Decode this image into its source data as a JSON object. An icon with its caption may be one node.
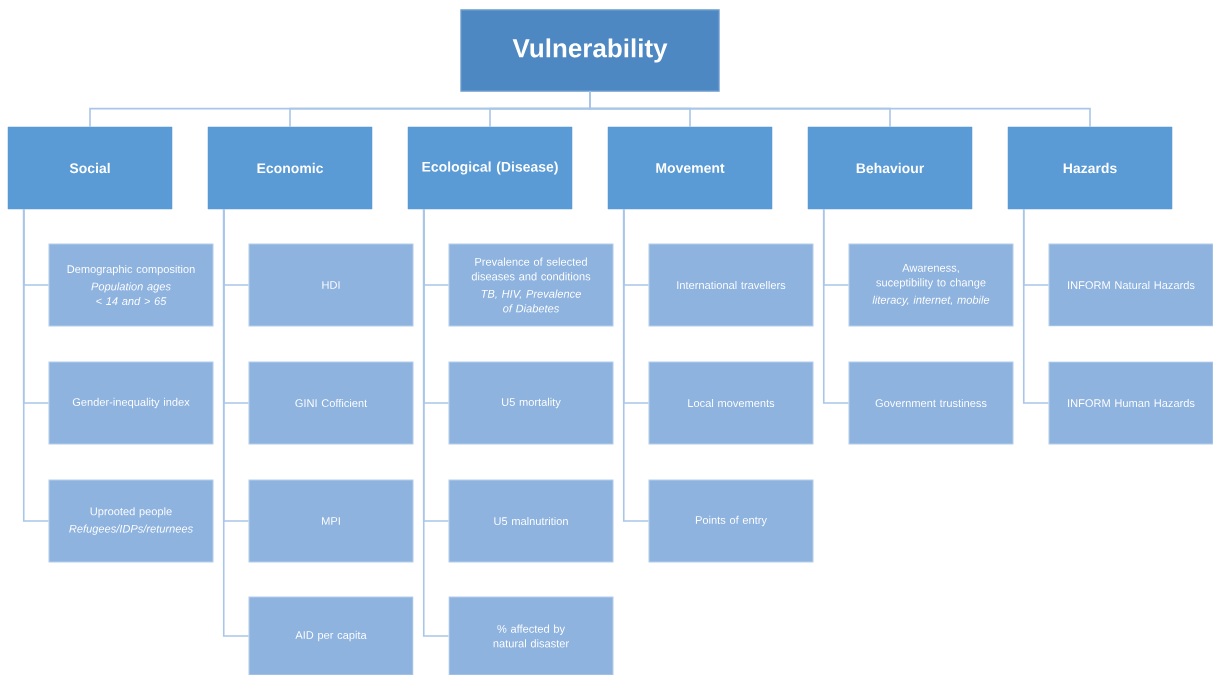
{
  "diagram": {
    "nodes": [
      {
        "text": [
          "Vulnerability"
        ]
      },
      {
        "text": [
          "Social"
        ]
      },
      {
        "text": [
          "Economic"
        ]
      },
      {
        "text": [
          "Ecological (Disease)"
        ]
      },
      {
        "text": [
          "Movement"
        ]
      },
      {
        "text": [
          "Behaviour"
        ]
      },
      {
        "text": [
          "Hazards"
        ]
      },
      {
        "text": [
          "Demographic composition",
          "Population ages < 14 and > 65"
        ]
      },
      {
        "text": [
          "Gender-inequality index"
        ]
      },
      {
        "text": [
          "Uprooted people",
          "Refugees/IDPs/returnees"
        ]
      },
      {
        "text": [
          "HDI"
        ]
      },
      {
        "text": [
          "GINI Cofficient"
        ]
      },
      {
        "text": [
          "MPI"
        ]
      },
      {
        "text": [
          "AID per capita"
        ]
      },
      {
        "text": [
          "Prevalence of selected diseases and conditions",
          "TB, HIV, Prevalence of Diabetes"
        ]
      },
      {
        "text": [
          "U5 mortality"
        ]
      },
      {
        "text": [
          "U5 malnutrition"
        ]
      },
      {
        "text": [
          "% affected by natural disaster"
        ]
      },
      {
        "text": [
          "International travellers"
        ]
      },
      {
        "text": [
          "Local movements"
        ]
      },
      {
        "text": [
          "Points of entry"
        ]
      },
      {
        "text": [
          "Awareness, suceptibility to change",
          "literacy, internet, mobile"
        ]
      },
      {
        "text": [
          "Government trustiness"
        ]
      },
      {
        "text": [
          "INFORM Natural Hazards"
        ]
      },
      {
        "text": [
          "INFORM Human Hazards"
        ]
      }
    ],
    "edges": [
      {
        "from": 0,
        "to": 1,
        "arrow": "none"
      },
      {
        "from": 0,
        "to": 2,
        "arrow": "none"
      },
      {
        "from": 0,
        "to": 3,
        "arrow": "none"
      },
      {
        "from": 0,
        "to": 4,
        "arrow": "none"
      },
      {
        "from": 0,
        "to": 5,
        "arrow": "none"
      },
      {
        "from": 0,
        "to": 6,
        "arrow": "none"
      },
      {
        "from": 1,
        "to": 7,
        "arrow": "none"
      },
      {
        "from": 1,
        "to": 8,
        "arrow": "none"
      },
      {
        "from": 1,
        "to": 9,
        "arrow": "none"
      },
      {
        "from": 2,
        "to": 10,
        "arrow": "none"
      },
      {
        "from": 2,
        "to": 11,
        "arrow": "none"
      },
      {
        "from": 2,
        "to": 12,
        "arrow": "none"
      },
      {
        "from": 2,
        "to": 13,
        "arrow": "none"
      },
      {
        "from": 3,
        "to": 14,
        "arrow": "none"
      },
      {
        "from": 3,
        "to": 15,
        "arrow": "none"
      },
      {
        "from": 3,
        "to": 16,
        "arrow": "none"
      },
      {
        "from": 3,
        "to": 17,
        "arrow": "none"
      },
      {
        "from": 4,
        "to": 18,
        "arrow": "none"
      },
      {
        "from": 4,
        "to": 19,
        "arrow": "none"
      },
      {
        "from": 4,
        "to": 20,
        "arrow": "none"
      },
      {
        "from": 5,
        "to": 21,
        "arrow": "none"
      },
      {
        "from": 5,
        "to": 22,
        "arrow": "none"
      },
      {
        "from": 6,
        "to": 23,
        "arrow": "none"
      },
      {
        "from": 6,
        "to": 24,
        "arrow": "none"
      }
    ]
  }
}
